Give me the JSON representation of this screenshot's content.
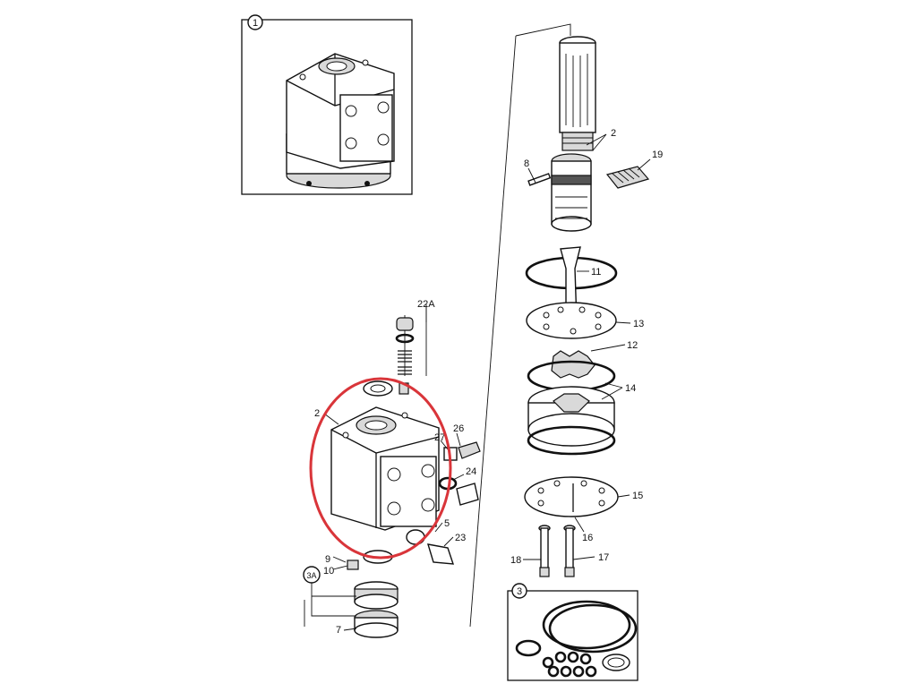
{
  "colors": {
    "line": "#111111",
    "highlight": "#d9353a",
    "background": "#ffffff",
    "shade": "#d9d9d9"
  },
  "callouts": {
    "c1": "1",
    "c2a": "2",
    "c2b": "2",
    "c3": "3",
    "c3a": "3A",
    "c5": "5",
    "c7": "7",
    "c8": "8",
    "c9": "9",
    "c10": "10",
    "c11": "11",
    "c12": "12",
    "c13": "13",
    "c14": "14",
    "c15": "15",
    "c16": "16",
    "c17": "17",
    "c18": "18",
    "c19": "19",
    "c22a": "22A",
    "c23": "23",
    "c24": "24",
    "c26": "26",
    "c27": "27"
  }
}
